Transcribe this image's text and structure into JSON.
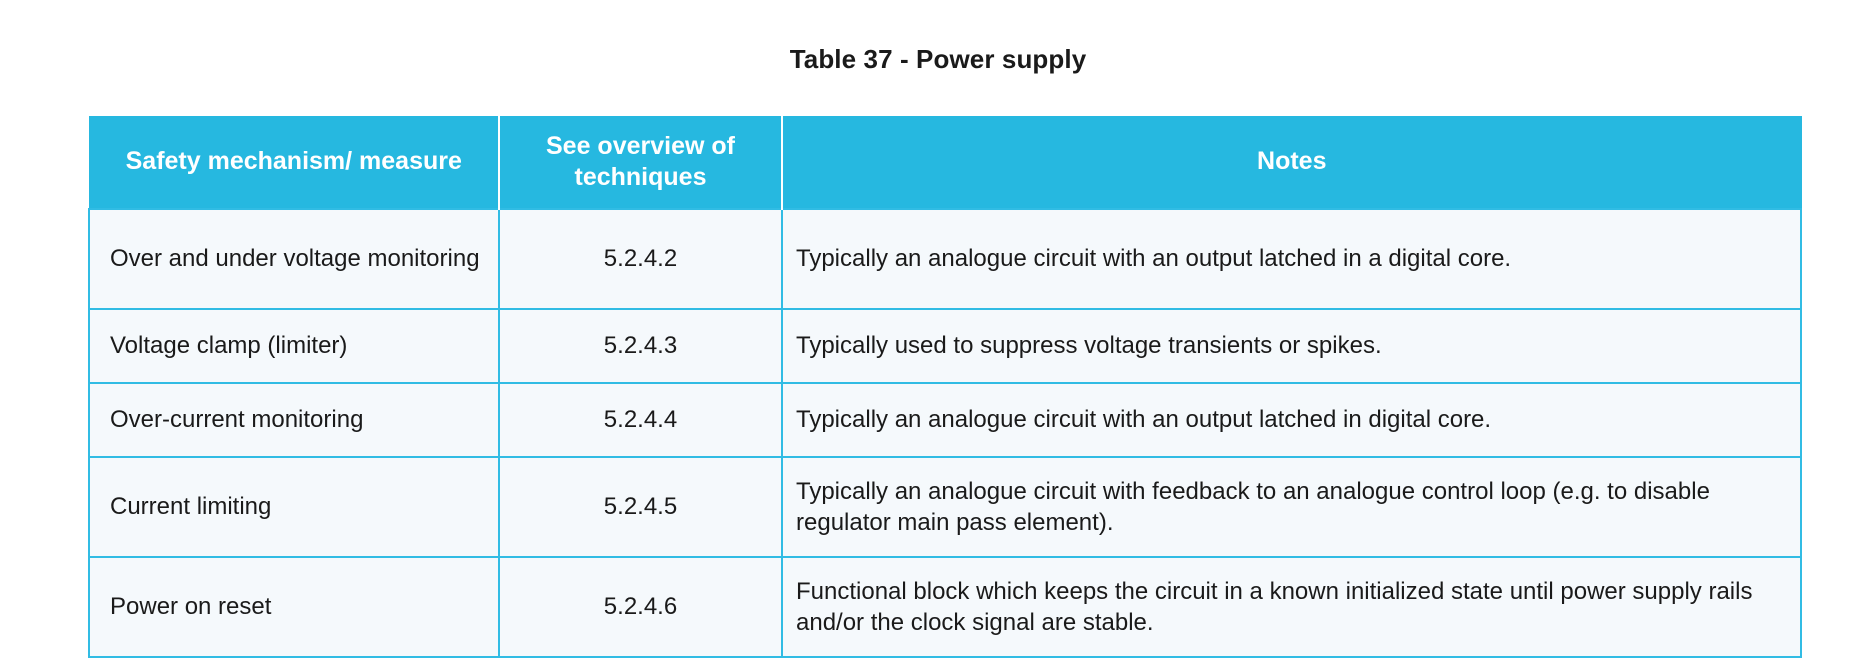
{
  "title": "Table 37 - Power supply",
  "colors": {
    "header_background": "#26b8e0",
    "header_text": "#ffffff",
    "cell_background": "#f5f9fc",
    "cell_border": "#31bce4",
    "body_text": "#1a1a1a",
    "page_background": "#ffffff"
  },
  "table": {
    "columns": [
      {
        "key": "measure",
        "label": "Safety mechanism/ measure"
      },
      {
        "key": "reference",
        "label": "See overview of techniques"
      },
      {
        "key": "notes",
        "label": "Notes"
      }
    ],
    "rows": [
      {
        "measure": "Over and under voltage monitoring",
        "reference": "5.2.4.2",
        "notes": "Typically an analogue circuit with an output latched in a digital core."
      },
      {
        "measure": "Voltage clamp (limiter)",
        "reference": "5.2.4.3",
        "notes": "Typically used to suppress voltage transients or spikes."
      },
      {
        "measure": "Over-current monitoring",
        "reference": "5.2.4.4",
        "notes": "Typically an analogue circuit with an output latched in digital core."
      },
      {
        "measure": "Current limiting",
        "reference": "5.2.4.5",
        "notes": "Typically an analogue circuit with feedback to an analogue control loop (e.g. to disable regulator main pass element)."
      },
      {
        "measure": "Power on reset",
        "reference": "5.2.4.6",
        "notes": "Functional block which keeps the circuit in a known initialized state until power supply rails and/or the clock signal are stable."
      }
    ]
  }
}
